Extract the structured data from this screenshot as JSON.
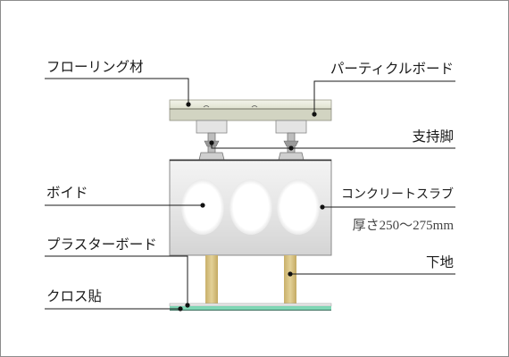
{
  "labels": {
    "flooring": "フローリング材",
    "particle_board": "パーティクルボード",
    "support_leg": "支持脚",
    "void": "ボイド",
    "concrete_slab": "コンクリートスラブ",
    "thickness": "厚さ250～275mm",
    "plasterboard": "プラスターボード",
    "base": "下地",
    "cloth": "クロス貼"
  },
  "colors": {
    "flooring": "#e9ebdc",
    "slab": "#e8e8e8",
    "stud": "#d8c486",
    "cloth": "#7fd6b4",
    "leader": "#1a1a1a"
  }
}
